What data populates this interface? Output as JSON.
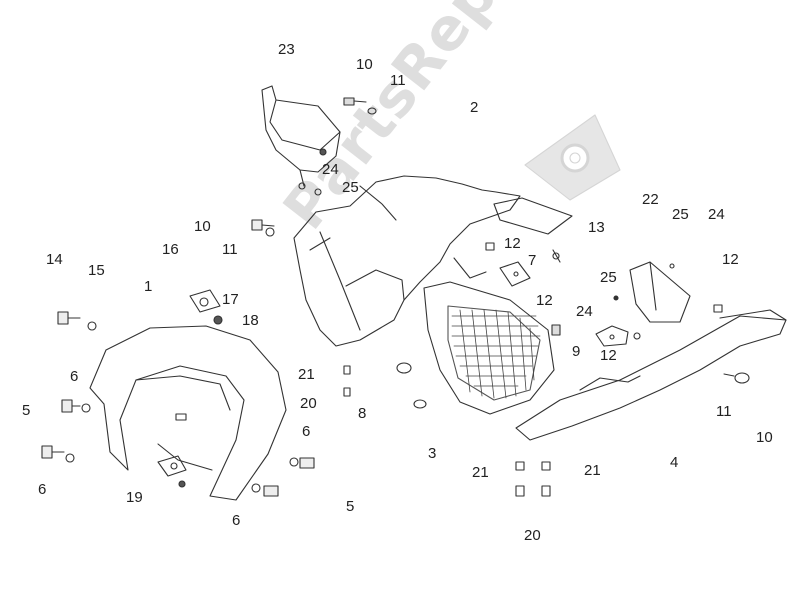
{
  "watermark": {
    "text": "PartsRepublik",
    "icon": "gear-icon"
  },
  "callouts": [
    "23",
    "10",
    "11",
    "2",
    "24",
    "25",
    "22",
    "25",
    "24",
    "13",
    "12",
    "7",
    "12",
    "10",
    "16",
    "11",
    "14",
    "15",
    "1",
    "17",
    "18",
    "25",
    "12",
    "24",
    "12",
    "9",
    "6",
    "21",
    "20",
    "8",
    "3",
    "6",
    "5",
    "19",
    "6",
    "5",
    "6",
    "21",
    "21",
    "20",
    "4",
    "11",
    "10"
  ]
}
